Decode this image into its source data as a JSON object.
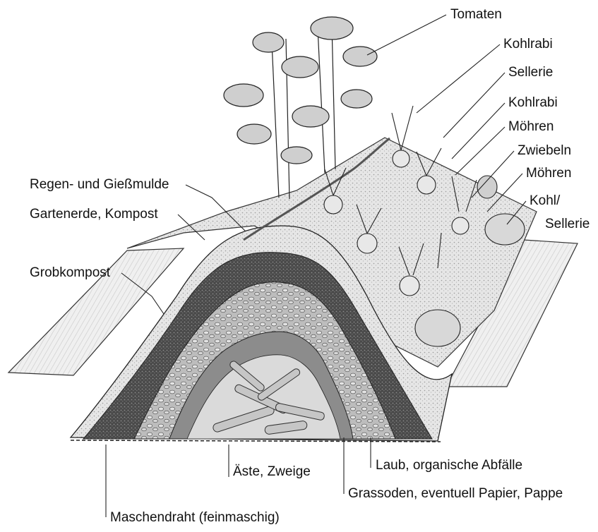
{
  "labels": {
    "tomaten": "Tomaten",
    "kohlrabi_1": "Kohlrabi",
    "sellerie_1": "Sellerie",
    "kohlrabi_2": "Kohlrabi",
    "moehren_1": "Möhren",
    "zwiebeln": "Zwiebeln",
    "moehren_2": "Möhren",
    "kohl": "Kohl/",
    "sellerie_2": "Sellerie",
    "regenmulde": "Regen- und Gießmulde",
    "gartenerde": "Gartenerde, Kompost",
    "grobkompost": "Grobkompost",
    "aeste": "Äste, Zweige",
    "laub": "Laub, organische Abfälle",
    "grassoden": "Grassoden, eventuell Papier, Pappe",
    "maschendraht": "Maschendraht (feinmaschig)"
  }
}
